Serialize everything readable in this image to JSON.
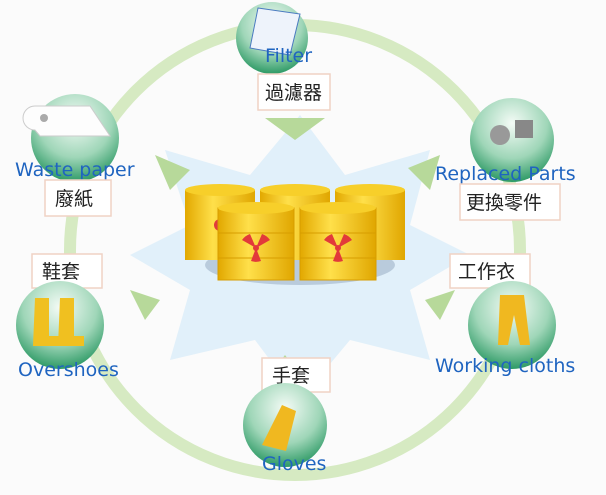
{
  "title": "Radioactive waste sources",
  "colors": {
    "english_label": "#1f64c0",
    "ring": "#cfe6b8",
    "barrel": "#f2c21a",
    "trefoil": "#e23a3a"
  },
  "items": [
    {
      "en": "Filter",
      "zh": "過濾器",
      "icon": "filter-icon"
    },
    {
      "en": "Replaced Parts",
      "zh": "更換零件",
      "icon": "bolt-nut-icon"
    },
    {
      "en": "Working cloths",
      "zh": "工作衣",
      "icon": "coverall-icon"
    },
    {
      "en": "Gloves",
      "zh": "手套",
      "icon": "glove-icon"
    },
    {
      "en": "Overshoes",
      "zh": "鞋套",
      "icon": "boot-icon"
    },
    {
      "en": "Waste paper",
      "zh": "廢紙",
      "icon": "paper-roll-icon"
    }
  ]
}
